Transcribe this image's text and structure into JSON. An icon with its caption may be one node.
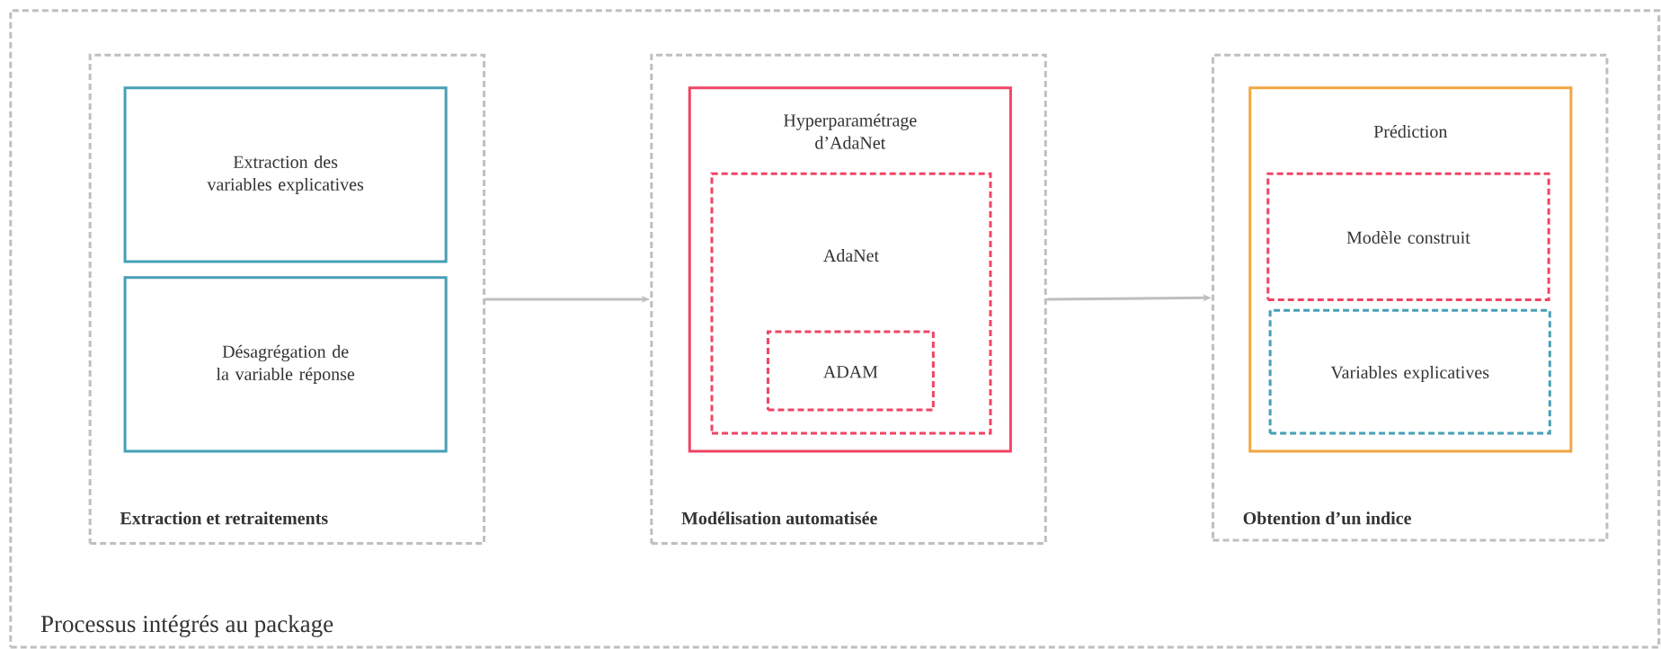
{
  "diagram": {
    "nodes": [
      {
        "text": [
          "Processus intégrés au package"
        ]
      },
      {
        "text": [
          "Extraction et retraitements"
        ],
        "in": 0
      },
      {
        "text": [
          "Extraction des variables explicatives"
        ],
        "in": 1
      },
      {
        "text": [
          "Désagrégation de la variable réponse"
        ],
        "in": 1
      },
      {
        "text": [
          "Modélisation automatisée"
        ],
        "in": 0
      },
      {
        "text": [
          "Hyperparamétrage d’AdaNet"
        ],
        "in": 4
      },
      {
        "text": [
          "AdaNet"
        ],
        "in": 5
      },
      {
        "text": [
          "ADAM"
        ],
        "in": 6
      },
      {
        "text": [
          "Obtention d’un indice"
        ],
        "in": 0
      },
      {
        "text": [
          "Prédiction"
        ],
        "in": 8
      },
      {
        "text": [
          "Modèle construit"
        ],
        "in": 9
      },
      {
        "text": [
          "Variables explicatives"
        ],
        "in": 9
      }
    ],
    "edges": [
      {
        "from": 1,
        "to": 4,
        "arrow": "to"
      },
      {
        "from": 4,
        "to": 8,
        "arrow": "to"
      }
    ]
  }
}
